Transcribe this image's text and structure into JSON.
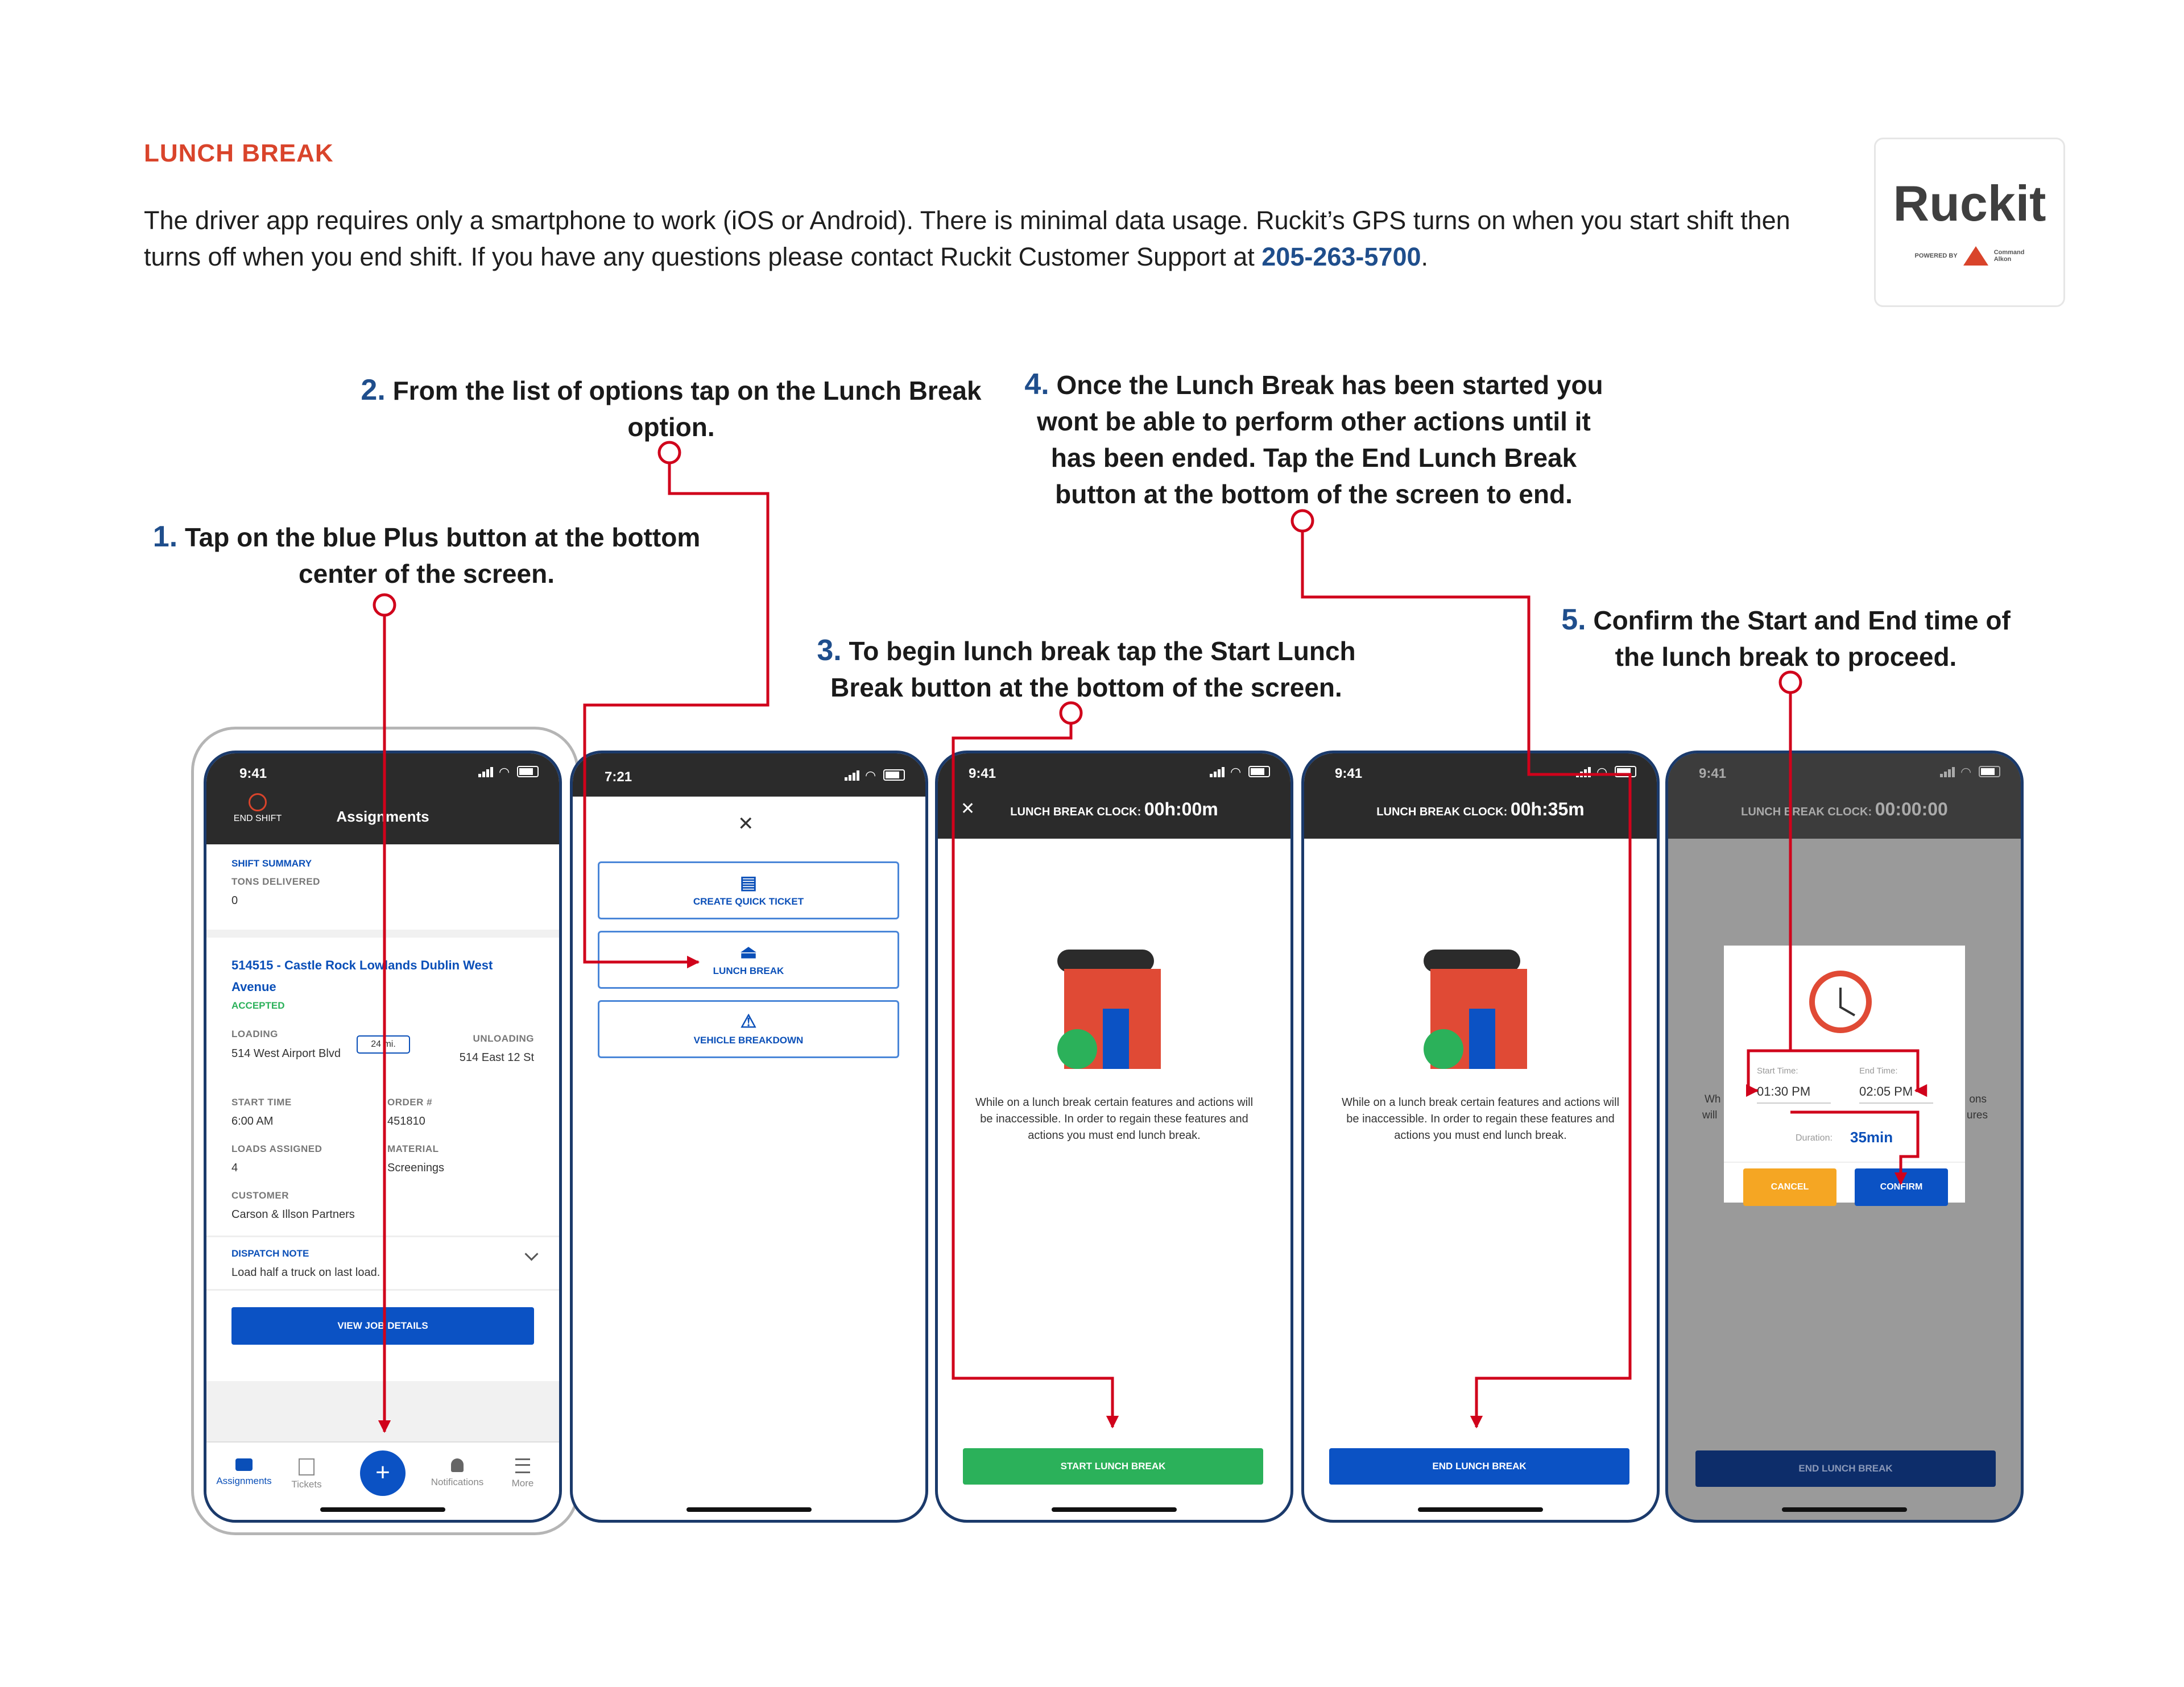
{
  "header": {
    "title": "LUNCH BREAK",
    "intro_part1": "The driver app requires only a smartphone to work (iOS or Android). There is minimal data usage. Ruckit’s GPS turns on when you start shift then turns off when you end shift.  If you have any questions please contact Ruckit Customer Support at ",
    "phone": "205-263-5700",
    "intro_end": "."
  },
  "logo": {
    "word": "Ruckit",
    "powered_by": "POWERED BY",
    "partner_line1": "Command",
    "partner_line2": "Alkon"
  },
  "steps": [
    {
      "num": "1.",
      "text": "Tap on the blue Plus button at the bottom center of the screen."
    },
    {
      "num": "2.",
      "text": "From the list of options tap on the Lunch Break option."
    },
    {
      "num": "3.",
      "text": "To begin lunch break tap the Start Lunch Break button at the bottom of the screen."
    },
    {
      "num": "4.",
      "text": "Once the Lunch Break has been started you wont be able to perform other actions until it has been ended. Tap the End Lunch Break button at the bottom of the screen to end."
    },
    {
      "num": "5.",
      "text": "Confirm the Start and End time of the lunch break to proceed."
    }
  ],
  "screen1": {
    "time": "9:41",
    "end_shift": "END SHIFT",
    "title": "Assignments",
    "shift_summary": "SHIFT SUMMARY",
    "tons_label": "TONS DELIVERED",
    "tons_value": "0",
    "job_title": "514515 - Castle Rock Lowlands Dublin West Avenue",
    "status": "ACCEPTED",
    "loading_label": "LOADING",
    "loading_value": "514 West Airport Blvd",
    "distance": "24 mi.",
    "unloading_label": "UNLOADING",
    "unloading_value": "514 East 12 St",
    "start_time_label": "START TIME",
    "start_time_value": "6:00 AM",
    "order_label": "ORDER #",
    "order_value": "451810",
    "loads_label": "LOADS ASSIGNED",
    "loads_value": "4",
    "material_label": "MATERIAL",
    "material_value": "Screenings",
    "customer_label": "CUSTOMER",
    "customer_value": "Carson & Illson Partners",
    "dispatch_label": "DISPATCH NOTE",
    "dispatch_value": "Load half a truck on last load.",
    "view_job": "VIEW JOB DETAILS",
    "nav": [
      "Assignments",
      "Tickets",
      "+",
      "Notifications",
      "More"
    ]
  },
  "screen2": {
    "time": "7:21",
    "close": "✕",
    "options": [
      "CREATE QUICK TICKET",
      "LUNCH BREAK",
      "VEHICLE BREAKDOWN"
    ]
  },
  "screen3": {
    "time": "9:41",
    "close": "✕",
    "clock_label": "LUNCH BREAK CLOCK: ",
    "clock_value": "00h:00m",
    "message": "While on a lunch break certain features and actions will be inaccessible. In order to regain these features and actions you must end lunch break.",
    "button": "START LUNCH BREAK"
  },
  "screen4": {
    "time": "9:41",
    "clock_label": "LUNCH BREAK CLOCK: ",
    "clock_value": "00h:35m",
    "message": "While on a lunch break certain features and actions will be inaccessible. In order to regain these features and actions you must end lunch break.",
    "button": "END LUNCH BREAK"
  },
  "screen5": {
    "time": "9:41",
    "clock_label": "LUNCH BREAK CLOCK: ",
    "clock_value": "00:00:00",
    "start_label": "Start Time:",
    "start_value": "01:30 PM",
    "end_label": "End Time:",
    "end_value": "02:05 PM",
    "duration_label": "Duration:",
    "duration_value": "35min",
    "cancel": "CANCEL",
    "confirm": "CONFIRM",
    "bg_left_1": "Wh",
    "bg_left_2": "will",
    "bg_right_1": "ons",
    "bg_right_2": "ures",
    "button": "END LUNCH BREAK"
  },
  "colors": {
    "accent_red": "#d9442b",
    "brand_blue": "#0b52c4",
    "step_number": "#1f4e8c",
    "annotation": "#d0021b",
    "green": "#2bb15a",
    "cancel_orange": "#f5a623"
  }
}
